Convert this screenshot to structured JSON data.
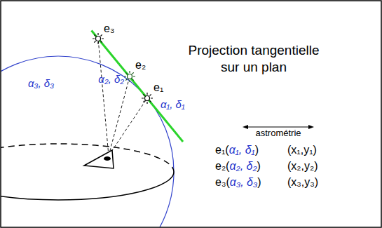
{
  "diagram": {
    "title": "Projection tangentielle sur un plan",
    "labels": [
      "e₃",
      "α₃, δ₃",
      "e₂",
      "α₂, δ₂",
      "e₁",
      "α₁, δ₁",
      "astrométrie",
      "e₁(α₁, δ₁)",
      "(x₁,y₁)",
      "e₂(α₂, δ₂)",
      "(x₂,y₂)",
      "e₃(α₃, δ₃)",
      "(x₃,y₃)"
    ]
  }
}
